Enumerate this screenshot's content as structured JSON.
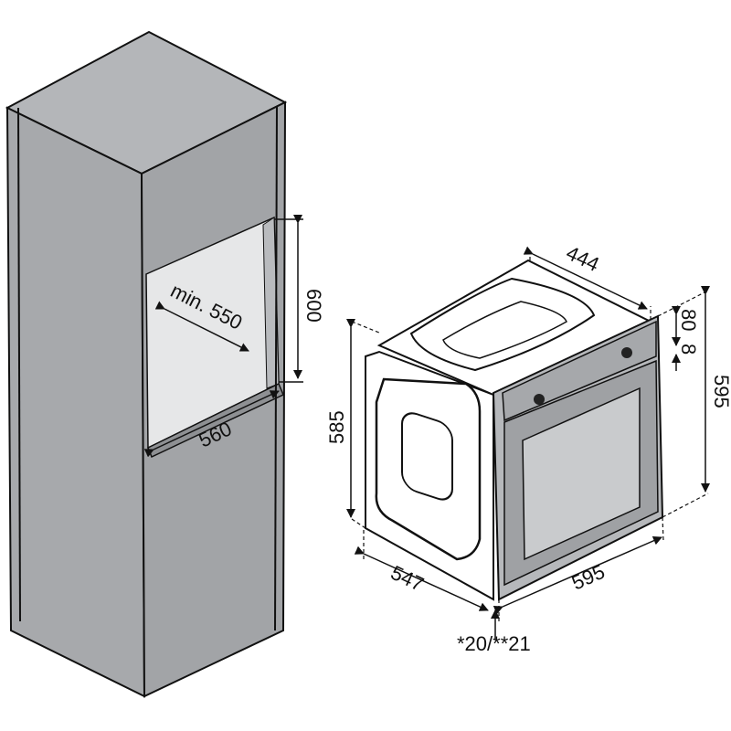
{
  "cabinet": {
    "niche_depth_label": "min. 550",
    "niche_height_label": "600",
    "niche_width_label": "560"
  },
  "oven": {
    "depth_top_label": "444",
    "panel_height_label": "80",
    "gap_label": "8",
    "front_height_label": "595",
    "body_height_label": "585",
    "body_depth_label": "547",
    "front_width_label": "595",
    "front_thickness_label": "*20/**21"
  },
  "colors": {
    "cabinet_gray": "#a7a9ac",
    "cabinet_dark": "#8e9093",
    "oven_front": "#9fa1a4",
    "oven_glass": "#c9cbcd"
  }
}
